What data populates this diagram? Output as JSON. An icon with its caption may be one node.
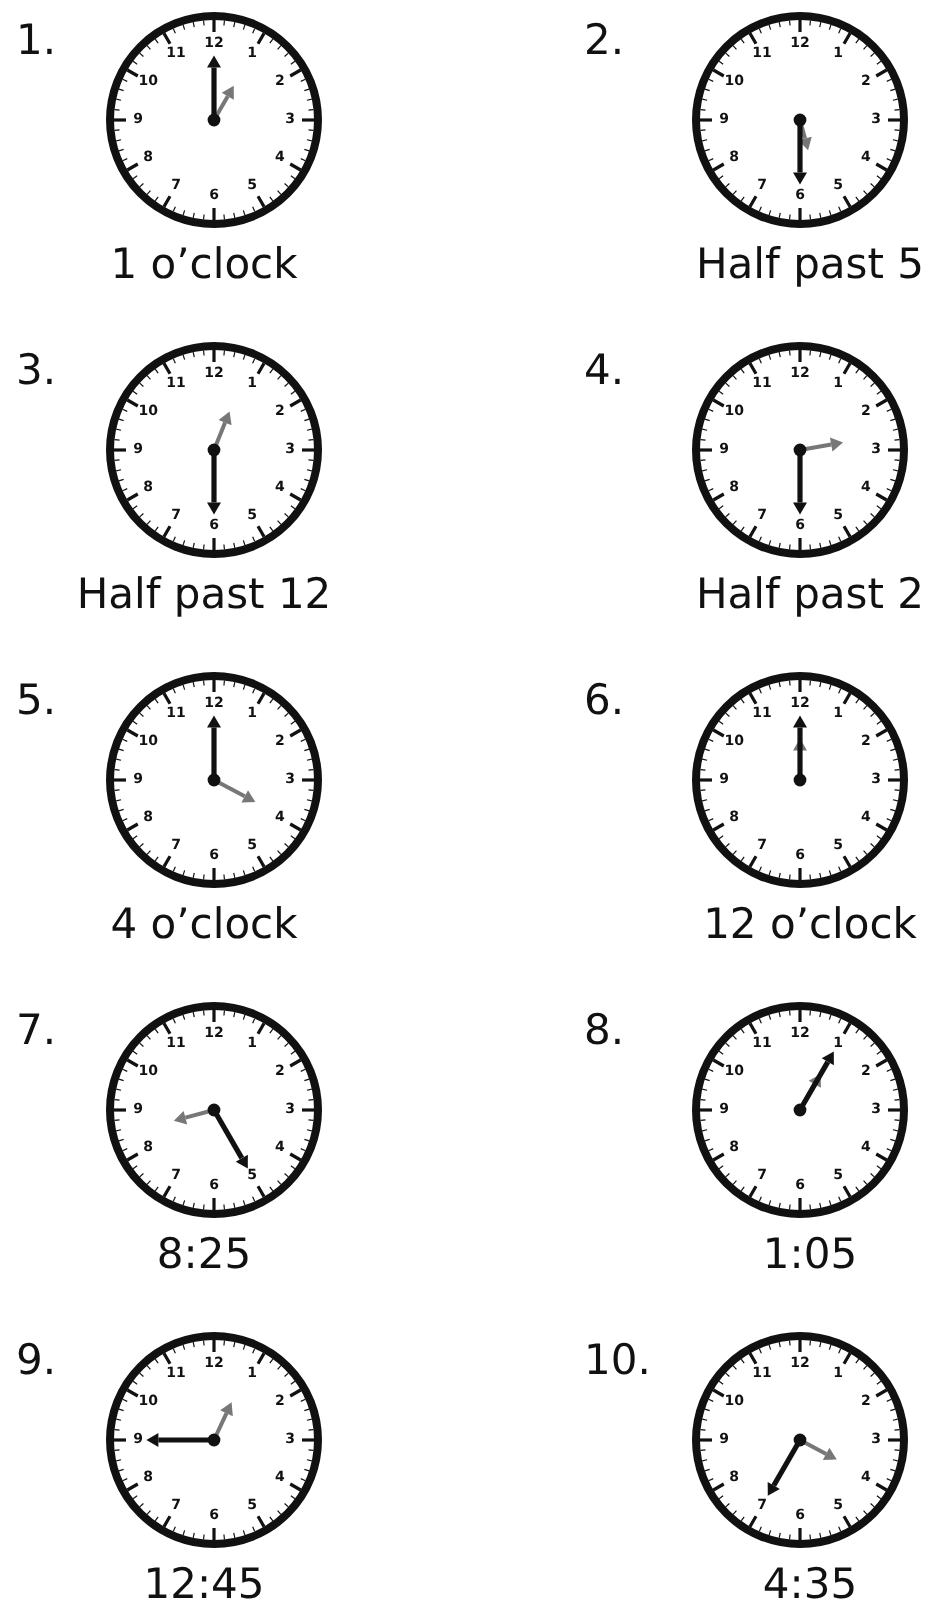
{
  "diagram": {
    "nodes": [
      {
        "text": [],
        "shape": "picture",
        "beside": [
          "1.",
          "1 o’clock"
        ]
      },
      {
        "text": [],
        "shape": "picture",
        "beside": [
          "2.",
          "Half past 5"
        ]
      },
      {
        "text": [],
        "shape": "picture",
        "beside": [
          "3.",
          "Half past 12"
        ]
      },
      {
        "text": [],
        "shape": "picture",
        "beside": [
          "4.",
          "Half past 2"
        ]
      },
      {
        "text": [],
        "shape": "picture",
        "beside": [
          "5.",
          "4 o’clock"
        ]
      },
      {
        "text": [],
        "shape": "picture",
        "beside": [
          "6.",
          "12 o’clock"
        ]
      },
      {
        "text": [],
        "shape": "picture",
        "beside": [
          "7.",
          "8:25"
        ]
      },
      {
        "text": [],
        "shape": "picture",
        "beside": [
          "8.",
          "1:05"
        ]
      },
      {
        "text": [],
        "shape": "picture",
        "beside": [
          "9.",
          "12:45"
        ]
      },
      {
        "text": [],
        "shape": "picture",
        "beside": [
          "10.",
          "4:35"
        ]
      }
    ],
    "labels": [
      "12",
      "1",
      "2",
      "3",
      "4",
      "5",
      "6",
      "7",
      "8",
      "9",
      "10",
      "11",
      "12",
      "1",
      "2",
      "3",
      "4",
      "5",
      "6",
      "7",
      "8",
      "9",
      "10",
      "11",
      "12",
      "1",
      "2",
      "3",
      "4",
      "5",
      "6",
      "7",
      "8",
      "9",
      "10",
      "11",
      "12",
      "1",
      "2",
      "3",
      "4",
      "5",
      "6",
      "7",
      "8",
      "9",
      "10",
      "11",
      "12",
      "1",
      "2",
      "3",
      "4",
      "5",
      "6",
      "7",
      "8",
      "9",
      "10",
      "11",
      "12",
      "1",
      "2",
      "3",
      "4",
      "5",
      "6",
      "7",
      "8",
      "9",
      "10",
      "11",
      "12",
      "1",
      "2",
      "3",
      "4",
      "5",
      "6",
      "7",
      "8",
      "9",
      "10",
      "11",
      "12",
      "1",
      "2",
      "3",
      "4",
      "5",
      "6",
      "7",
      "8",
      "9",
      "10",
      "11",
      "12",
      "1",
      "2",
      "3",
      "4",
      "5",
      "6",
      "7",
      "8",
      "9",
      "10",
      "11",
      "12",
      "1",
      "2",
      "3",
      "4",
      "5",
      "6",
      "7",
      "8",
      "9",
      "10",
      "11"
    ]
  }
}
